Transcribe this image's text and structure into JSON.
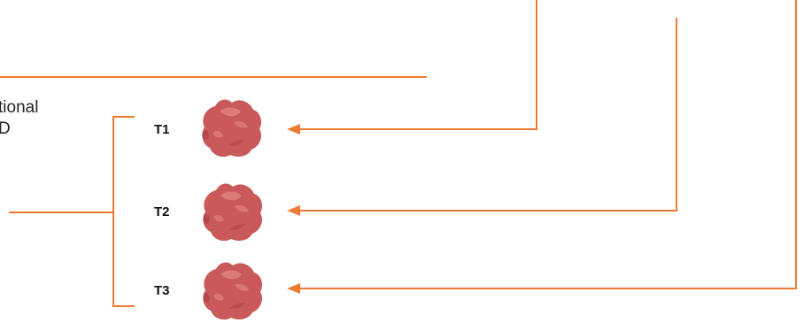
{
  "colors": {
    "connector": "#ee7b34",
    "bracket": "#ee7b34",
    "tumor_fill": "#c9595a",
    "tumor_highlight": "#e58a86",
    "tumor_shadow": "#a84446"
  },
  "left_text": {
    "line1": "tional",
    "line2": "D"
  },
  "tumors": [
    {
      "label": "T1",
      "icon": "tumor-icon"
    },
    {
      "label": "T2",
      "icon": "tumor-icon"
    },
    {
      "label": "T3",
      "icon": "tumor-icon"
    }
  ]
}
